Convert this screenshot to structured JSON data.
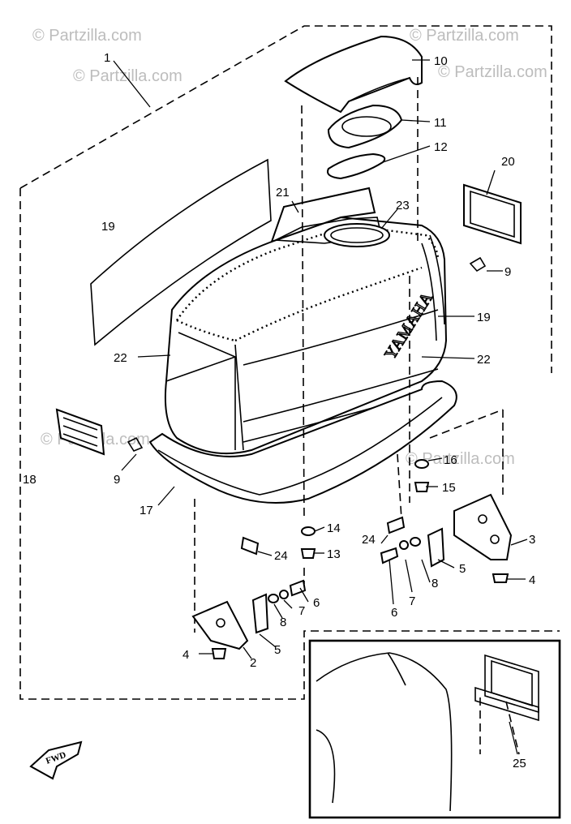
{
  "watermarks": [
    "© Partzilla.com",
    "© Partzilla.com",
    "© Partzilla.com",
    "© Partzilla.com",
    "© Partzilla.com"
  ],
  "brand_text": "YAMAHA",
  "direction_marker": "FWD",
  "callouts": [
    {
      "name": "callout-1",
      "text": "1"
    },
    {
      "name": "callout-10",
      "text": "10"
    },
    {
      "name": "callout-11",
      "text": "11"
    },
    {
      "name": "callout-12",
      "text": "12"
    },
    {
      "name": "callout-20",
      "text": "20"
    },
    {
      "name": "callout-21",
      "text": "21"
    },
    {
      "name": "callout-23",
      "text": "23"
    },
    {
      "name": "callout-19-left",
      "text": "19"
    },
    {
      "name": "callout-9-right",
      "text": "9"
    },
    {
      "name": "callout-19-right",
      "text": "19"
    },
    {
      "name": "callout-22-left",
      "text": "22"
    },
    {
      "name": "callout-22-right",
      "text": "22"
    },
    {
      "name": "callout-9-left",
      "text": "9"
    },
    {
      "name": "callout-18",
      "text": "18"
    },
    {
      "name": "callout-17",
      "text": "17"
    },
    {
      "name": "callout-16",
      "text": "16"
    },
    {
      "name": "callout-15",
      "text": "15"
    },
    {
      "name": "callout-14",
      "text": "14"
    },
    {
      "name": "callout-13",
      "text": "13"
    },
    {
      "name": "callout-24-left",
      "text": "24"
    },
    {
      "name": "callout-24-right",
      "text": "24"
    },
    {
      "name": "callout-3",
      "text": "3"
    },
    {
      "name": "callout-4-right",
      "text": "4"
    },
    {
      "name": "callout-5-right",
      "text": "5"
    },
    {
      "name": "callout-8-right",
      "text": "8"
    },
    {
      "name": "callout-7-right",
      "text": "7"
    },
    {
      "name": "callout-6-right",
      "text": "6"
    },
    {
      "name": "callout-6-left",
      "text": "6"
    },
    {
      "name": "callout-7-left",
      "text": "7"
    },
    {
      "name": "callout-8-left",
      "text": "8"
    },
    {
      "name": "callout-5-left",
      "text": "5"
    },
    {
      "name": "callout-2",
      "text": "2"
    },
    {
      "name": "callout-4-left",
      "text": "4"
    },
    {
      "name": "callout-25",
      "text": "25"
    }
  ]
}
